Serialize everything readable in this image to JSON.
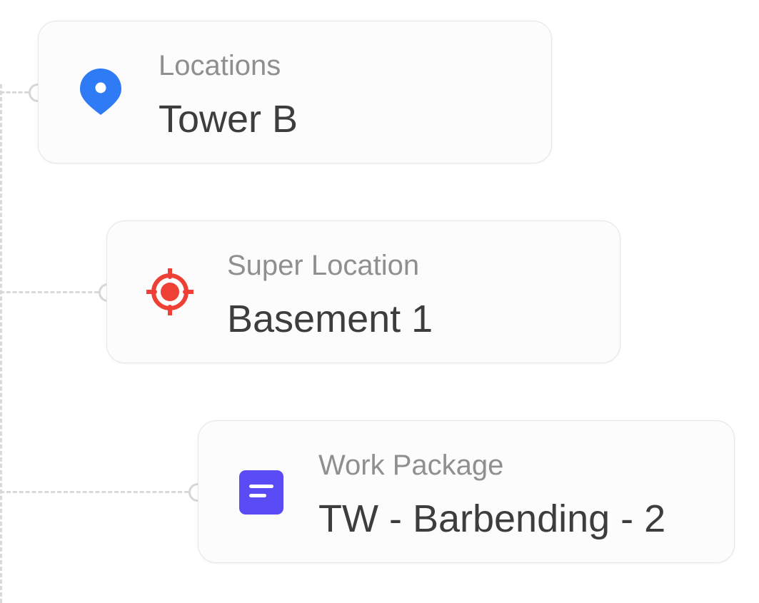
{
  "colors": {
    "location_icon": "#2F7BF5",
    "super_location_icon": "#EE4035",
    "work_package_icon": "#5B4BF5",
    "connector": "#D9D9D9",
    "label_text": "#8F8F8F",
    "value_text": "#3D3D3D"
  },
  "nodes": [
    {
      "label": "Locations",
      "value": "Tower B",
      "icon": "map-pin-icon"
    },
    {
      "label": "Super Location",
      "value": "Basement 1",
      "icon": "crosshair-target-icon"
    },
    {
      "label": "Work Package",
      "value": "TW - Barbending - 2",
      "icon": "document-lines-icon"
    }
  ]
}
